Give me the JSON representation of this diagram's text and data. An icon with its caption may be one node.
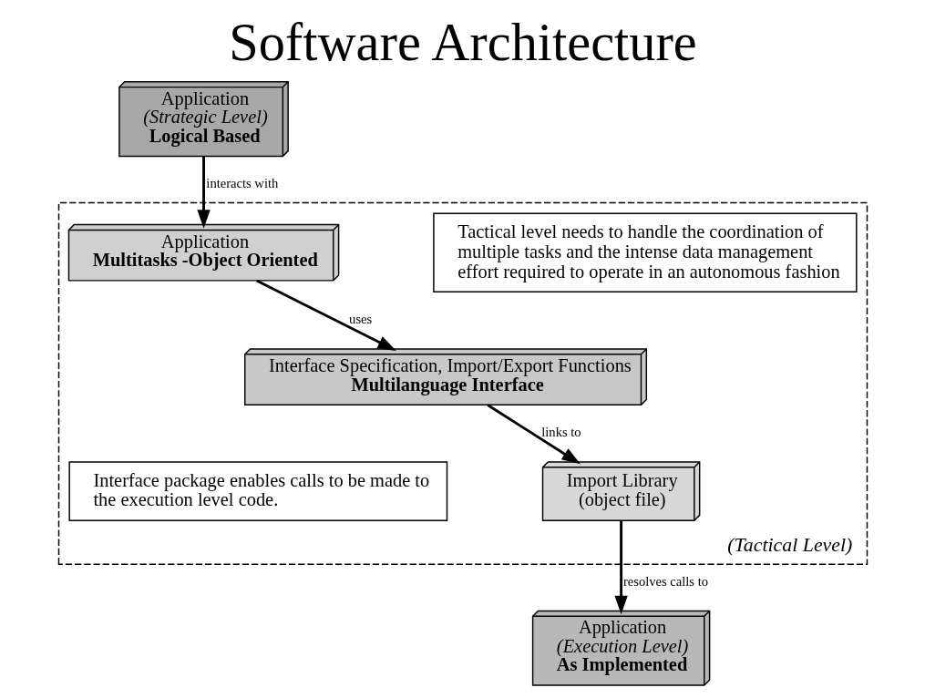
{
  "diagram": {
    "title": "Software Architecture",
    "nodes": [
      {
        "text": [
          "Application",
          "(Strategic Level)",
          "Logical Based"
        ]
      },
      {
        "text": [
          "(Tactical Level)"
        ]
      },
      {
        "text": [
          "Application",
          "Multitasks -Object Oriented"
        ],
        "in": 1
      },
      {
        "text": [
          "Tactical level needs to handle the coordination of multiple tasks and the intense data management effort required to operate in an autonomous fashion"
        ],
        "in": 1
      },
      {
        "text": [
          "Interface Specification, Import/Export Functions",
          "Multilanguage Interface"
        ],
        "in": 1
      },
      {
        "text": [
          "Interface package enables calls to be made to the execution level code."
        ],
        "in": 1
      },
      {
        "text": [
          "Import Library",
          "(object file)"
        ],
        "in": 1
      },
      {
        "text": [
          "Application",
          "(Execution Level)",
          "As Implemented"
        ]
      }
    ],
    "edges": [
      {
        "from": 0,
        "to": 2,
        "arrow": "to",
        "label": "interacts with"
      },
      {
        "from": 2,
        "to": 4,
        "arrow": "to",
        "label": "uses"
      },
      {
        "from": 4,
        "to": 6,
        "arrow": "to",
        "label": "links to"
      },
      {
        "from": 6,
        "to": 7,
        "arrow": "to",
        "label": "resolves calls to"
      }
    ]
  }
}
